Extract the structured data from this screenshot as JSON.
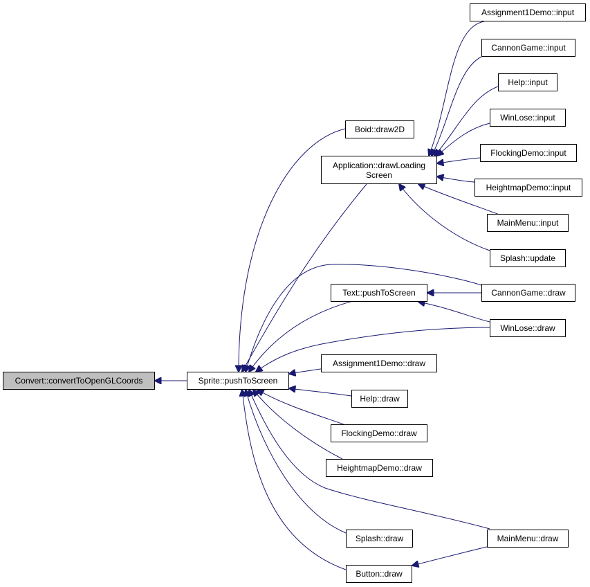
{
  "graph": {
    "edge_color": "#191970",
    "root": {
      "label": "Convert::convertToOpenGLCoords",
      "fill": "#bfbfbf"
    },
    "nodes": {
      "sprite_push": "Sprite::pushToScreen",
      "boid_draw2d": "Boid::draw2D",
      "app_draw_loading_line1": "Application::drawLoading",
      "app_draw_loading_line2": "Screen",
      "text_push": "Text::pushToScreen",
      "assignment1_draw": "Assignment1Demo::draw",
      "help_draw": "Help::draw",
      "flocking_draw": "FlockingDemo::draw",
      "heightmap_draw": "HeightmapDemo::draw",
      "splash_draw": "Splash::draw",
      "button_draw": "Button::draw",
      "assignment1_input": "Assignment1Demo::input",
      "cannongame_input": "CannonGame::input",
      "help_input": "Help::input",
      "winlose_input": "WinLose::input",
      "flocking_input": "FlockingDemo::input",
      "heightmap_input": "HeightmapDemo::input",
      "mainmenu_input": "MainMenu::input",
      "splash_update": "Splash::update",
      "cannongame_draw": "CannonGame::draw",
      "winlose_draw": "WinLose::draw",
      "mainmenu_draw": "MainMenu::draw"
    }
  }
}
